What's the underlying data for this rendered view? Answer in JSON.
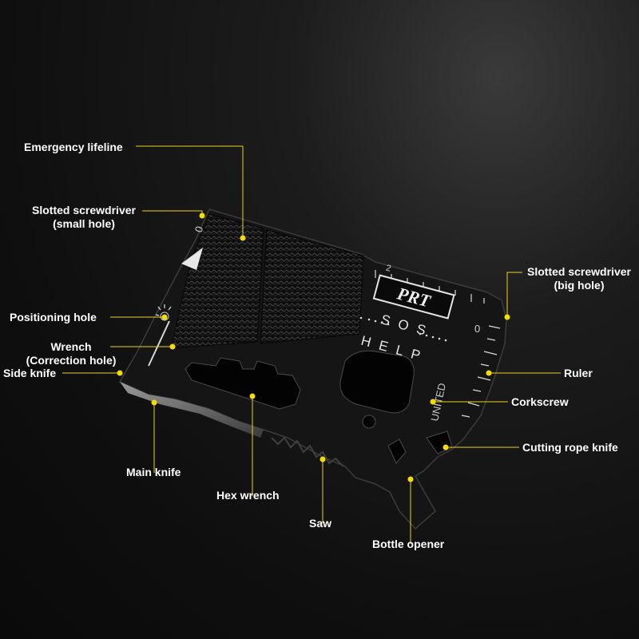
{
  "card": {
    "brand": "PRT",
    "sos": "S O S",
    "help": "H E L P",
    "stamp": "UNITED",
    "ruler_zero_top": "0",
    "ruler_zero_side": "0",
    "ruler_number": "2"
  },
  "colors": {
    "leader_line": "#e8d21d",
    "dot": "#f4dd00",
    "label_text": "#ffffff",
    "card_body": "#141414"
  },
  "labels": {
    "emergency_lifeline": "Emergency lifeline",
    "slotted_small_line1": "Slotted screwdriver",
    "slotted_small_line2": "(small hole)",
    "positioning_hole": "Positioning hole",
    "wrench_line1": "Wrench",
    "wrench_line2": "(Correction hole)",
    "side_knife": "Side knife",
    "main_knife": "Main knife",
    "hex_wrench": "Hex wrench",
    "saw": "Saw",
    "bottle_opener": "Bottle opener",
    "cutting_rope_knife": "Cutting rope knife",
    "corkscrew": "Corkscrew",
    "ruler": "Ruler",
    "slotted_big_line1": "Slotted screwdriver",
    "slotted_big_line2": "(big hole)"
  }
}
